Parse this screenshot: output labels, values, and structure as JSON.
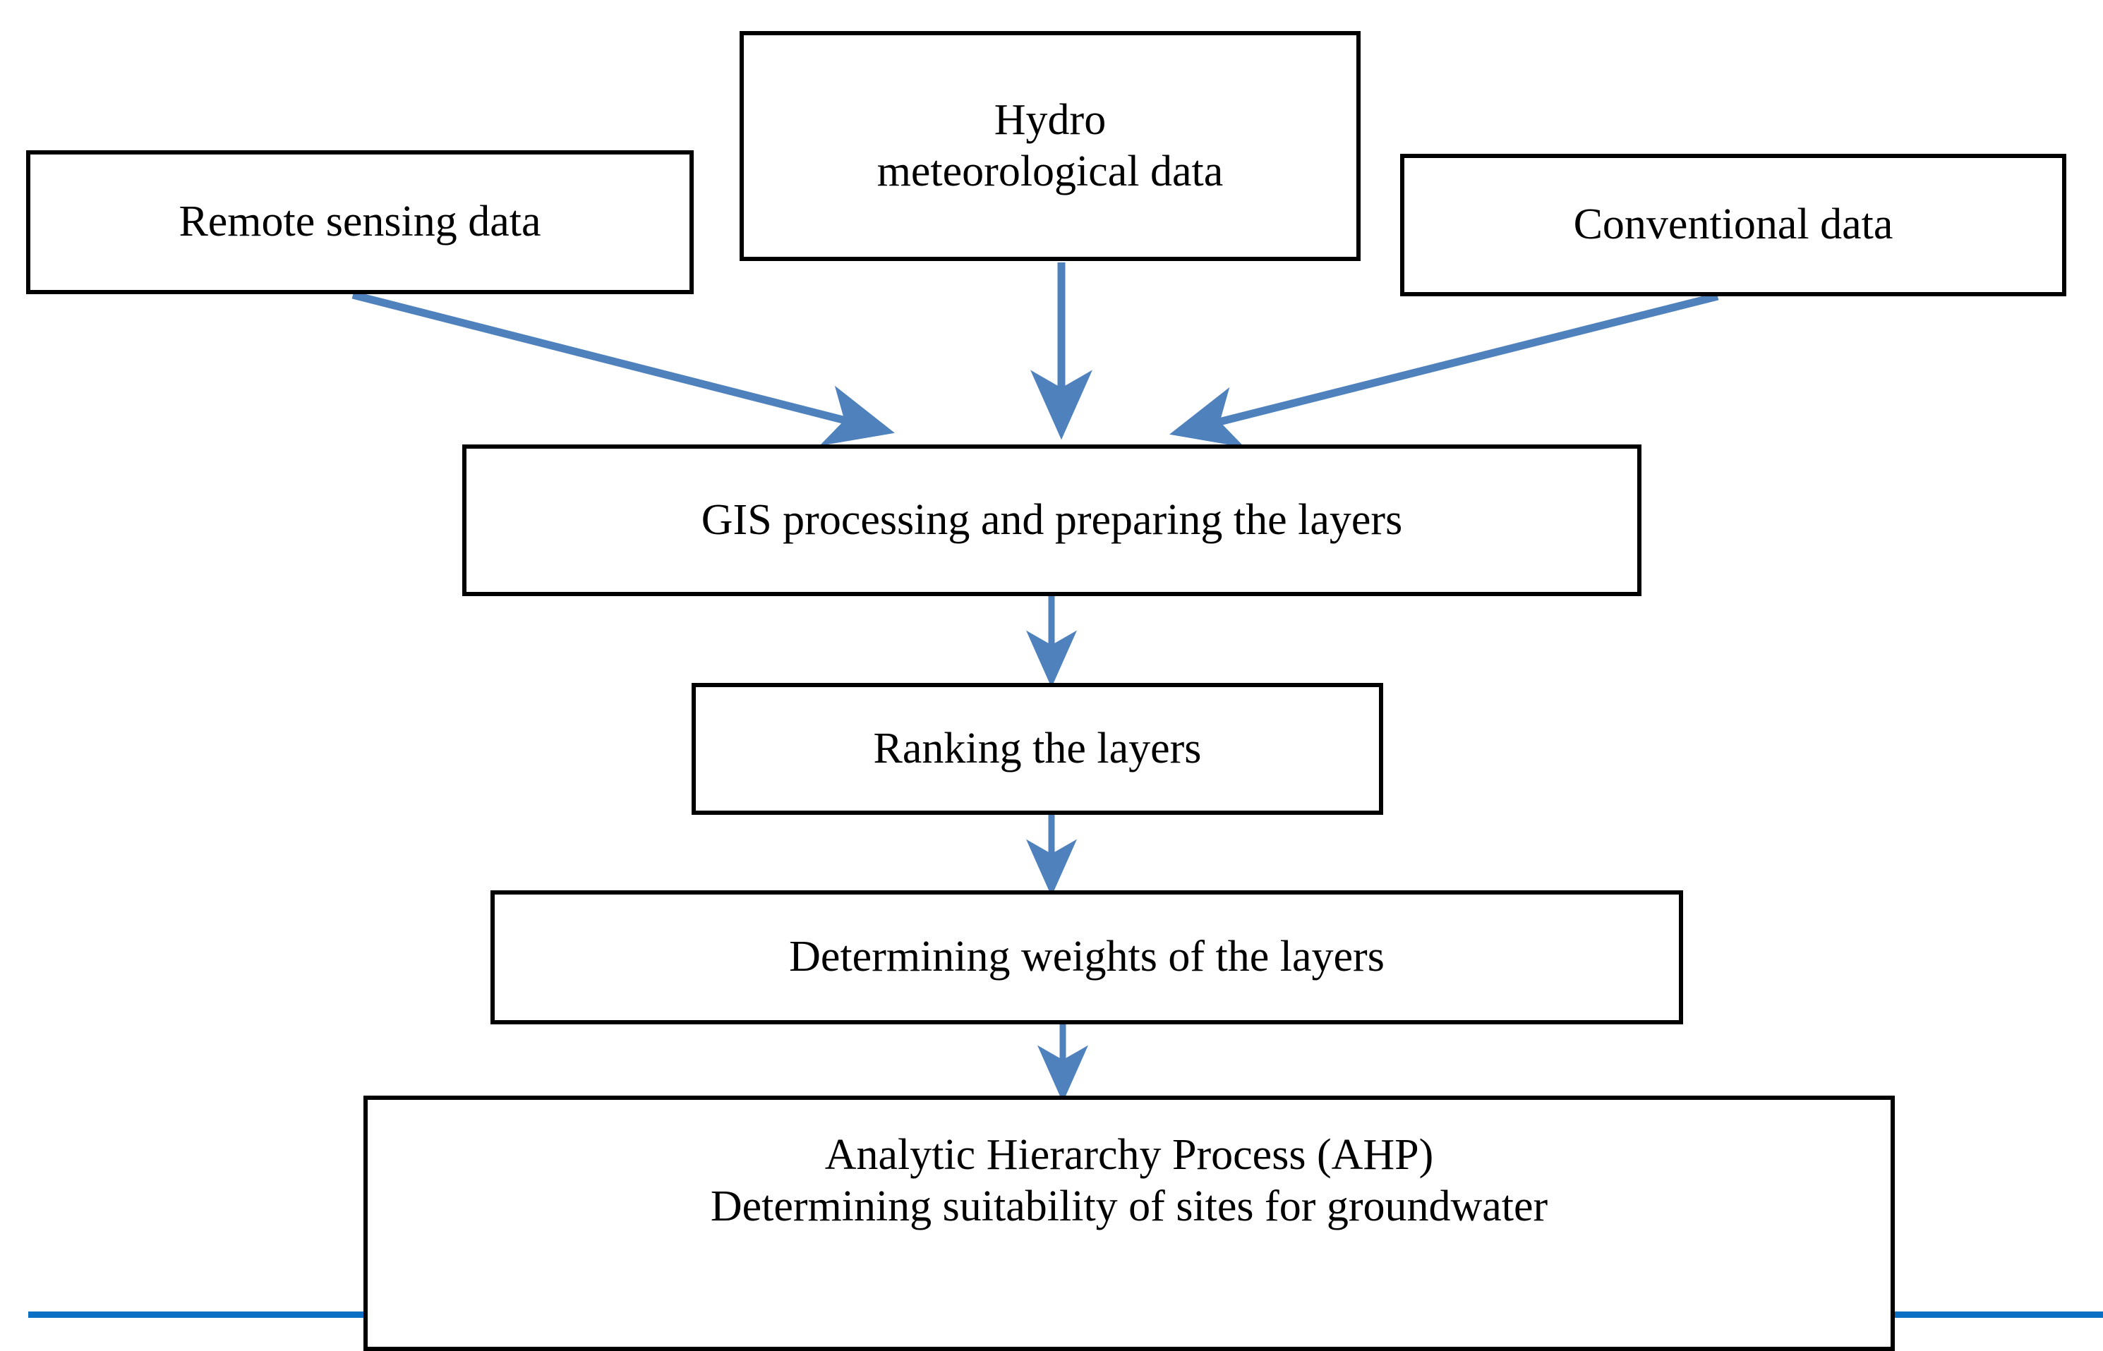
{
  "diagram": {
    "title": "Groundwater site suitability methodology flowchart",
    "type": "flowchart",
    "colors": {
      "box_border": "#000000",
      "box_fill": "#ffffff",
      "arrow": "#4f81bd",
      "bottom_rule": "#0b6fc4",
      "text": "#000000"
    },
    "nodes": [
      {
        "id": "remote-sensing",
        "label": "Remote sensing data"
      },
      {
        "id": "hydro-meteorological",
        "label": "Hydro\nmeteorological data"
      },
      {
        "id": "conventional",
        "label": "Conventional data"
      },
      {
        "id": "gis-processing",
        "label": "GIS processing and preparing the layers"
      },
      {
        "id": "ranking",
        "label": "Ranking the layers"
      },
      {
        "id": "weights",
        "label": "Determining weights of the layers"
      },
      {
        "id": "ahp",
        "label": "Analytic Hierarchy Process (AHP)\nDetermining suitability of sites for groundwater"
      }
    ],
    "edges": [
      {
        "id": "edge-remote-to-gis",
        "from": "remote-sensing",
        "to": "gis-processing",
        "style": "arrow"
      },
      {
        "id": "edge-hydro-to-gis",
        "from": "hydro-meteorological",
        "to": "gis-processing",
        "style": "arrow"
      },
      {
        "id": "edge-conv-to-gis",
        "from": "conventional",
        "to": "gis-processing",
        "style": "arrow"
      },
      {
        "id": "edge-gis-to-ranking",
        "from": "gis-processing",
        "to": "ranking",
        "style": "arrow"
      },
      {
        "id": "edge-ranking-to-weights",
        "from": "ranking",
        "to": "weights",
        "style": "arrow"
      },
      {
        "id": "edge-weights-to-ahp",
        "from": "weights",
        "to": "ahp",
        "style": "arrow"
      }
    ]
  }
}
